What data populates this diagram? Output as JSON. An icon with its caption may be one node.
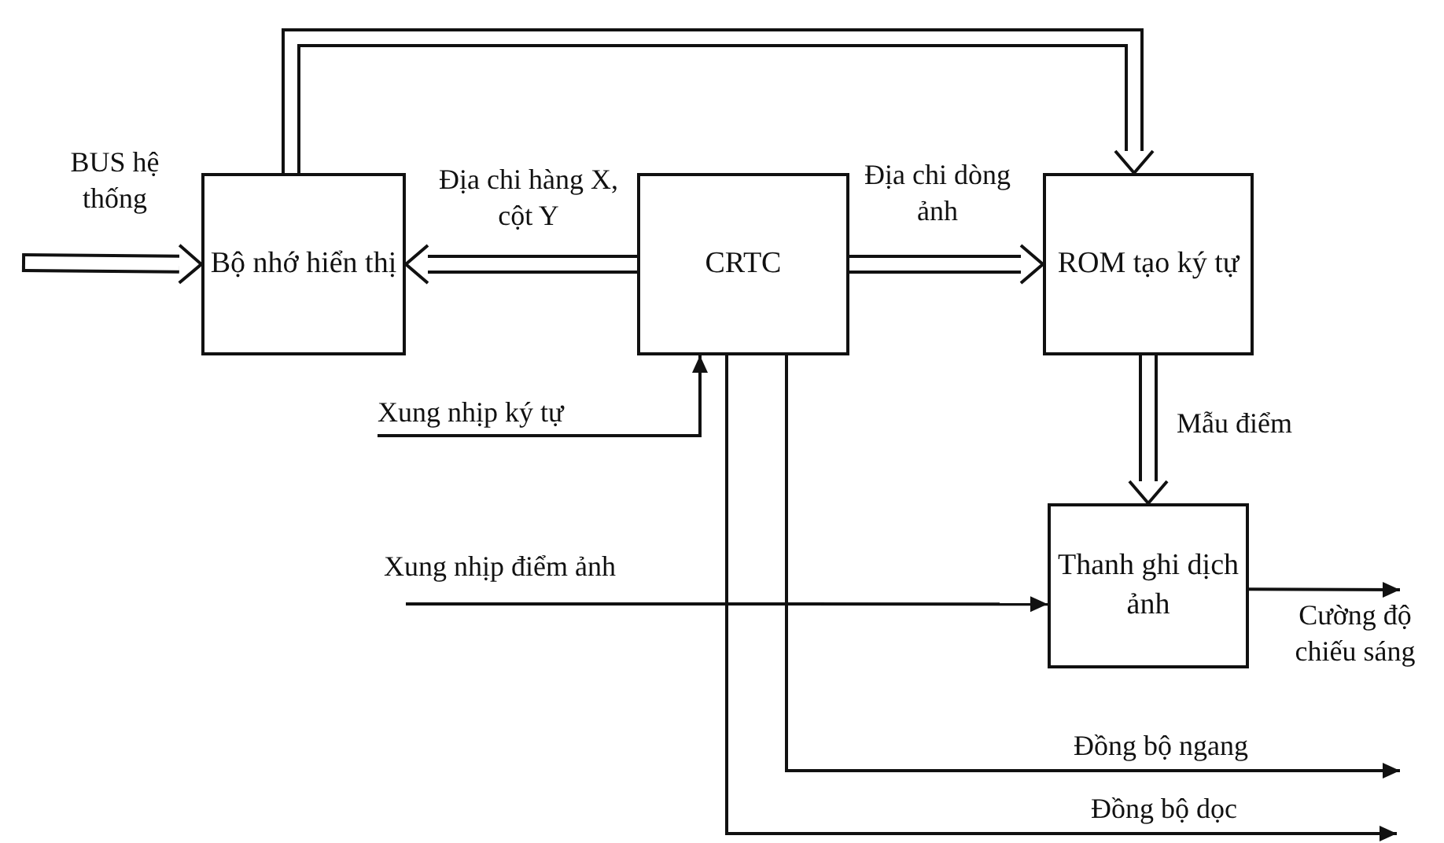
{
  "diagram": {
    "nodes": [
      {
        "text": [
          "Bộ nhớ hiển thị"
        ]
      },
      {
        "text": [
          "CRTC"
        ]
      },
      {
        "text": [
          "ROM tạo ký tự"
        ]
      },
      {
        "text": [
          "Thanh ghi dịch ảnh"
        ]
      }
    ],
    "edges": [
      {
        "from": null,
        "to": 0,
        "arrow": "to",
        "label": "BUS hệ thống",
        "style": "thick"
      },
      {
        "from": 1,
        "to": 0,
        "arrow": "to",
        "label": "Địa chi hàng X, cột Y",
        "style": "thick"
      },
      {
        "from": 1,
        "to": 2,
        "arrow": "to",
        "label": "Địa chi dòng ảnh",
        "style": "thick"
      },
      {
        "from": 0,
        "to": 2,
        "arrow": "to",
        "style": "thick"
      },
      {
        "from": 2,
        "to": 3,
        "arrow": "to",
        "label": "Mẫu điểm",
        "style": "thick"
      },
      {
        "from": null,
        "to": 1,
        "arrow": "to",
        "label": "Xung nhịp ký tự"
      },
      {
        "from": null,
        "to": 3,
        "arrow": "to",
        "label": "Xung nhịp điểm ảnh"
      },
      {
        "from": 3,
        "to": null,
        "arrow": "to",
        "label": "Cường độ chiếu sáng"
      },
      {
        "from": 1,
        "to": null,
        "arrow": "to",
        "label": "Đồng bộ ngang"
      },
      {
        "from": 1,
        "to": null,
        "arrow": "to",
        "label": "Đồng bộ dọc"
      }
    ]
  }
}
